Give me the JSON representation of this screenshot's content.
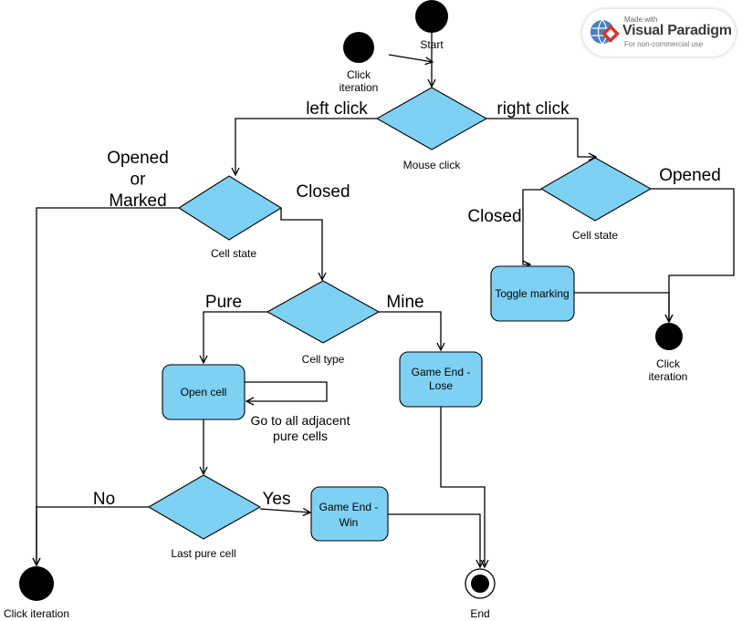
{
  "nodes": {
    "start": "Start",
    "click_iteration_top": "Click\niteration",
    "mouse_click": "Mouse click",
    "cell_state_left": "Cell state",
    "cell_state_right": "Cell state",
    "cell_type": "Cell type",
    "open_cell": "Open cell",
    "game_end_lose": "Game End -\nLose",
    "toggle_marking": "Toggle marking",
    "click_iteration_right": "Click\niteration",
    "last_pure_cell": "Last pure cell",
    "game_end_win": "Game End -\nWin",
    "click_iteration_bottom": "Click iteration",
    "end": "End"
  },
  "edges": {
    "left_click": "left click",
    "right_click": "right click",
    "opened_or_marked": "Opened\nor\nMarked",
    "closed_left": "Closed",
    "closed_right": "Closed",
    "opened_right": "Opened",
    "pure": "Pure",
    "mine": "Mine",
    "adjacent": "Go to all adjacent\npure cells",
    "no": "No",
    "yes": "Yes"
  },
  "watermark": {
    "made_with": "Made with",
    "brand": "Visual Paradigm",
    "note": "For non-commercial use"
  },
  "colors": {
    "node_fill": "#7fd1f3",
    "stroke": "#000000"
  }
}
